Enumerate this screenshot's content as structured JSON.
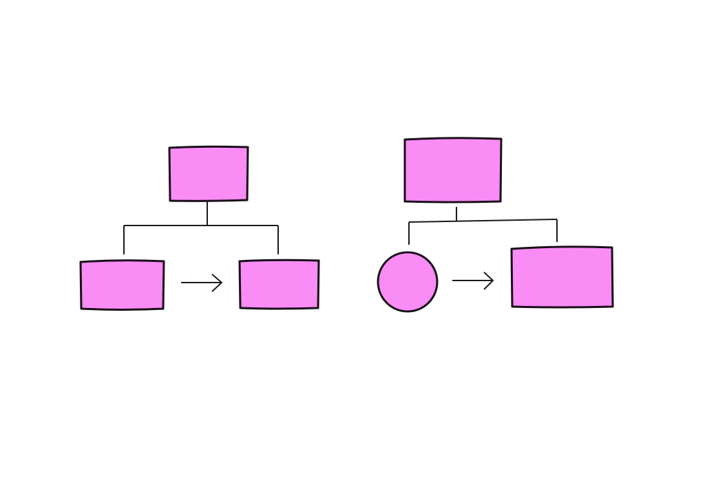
{
  "colors": {
    "background": "#ffffff",
    "node_fill": "#f98cf5",
    "outline": "#1a0f1a"
  },
  "diagrams": [
    {
      "root": {
        "shape": "rectangle"
      },
      "children": [
        {
          "shape": "rectangle"
        },
        {
          "shape": "rectangle"
        }
      ],
      "arrow": "right"
    },
    {
      "root": {
        "shape": "rectangle"
      },
      "children": [
        {
          "shape": "circle"
        },
        {
          "shape": "rectangle"
        }
      ],
      "arrow": "right"
    }
  ]
}
